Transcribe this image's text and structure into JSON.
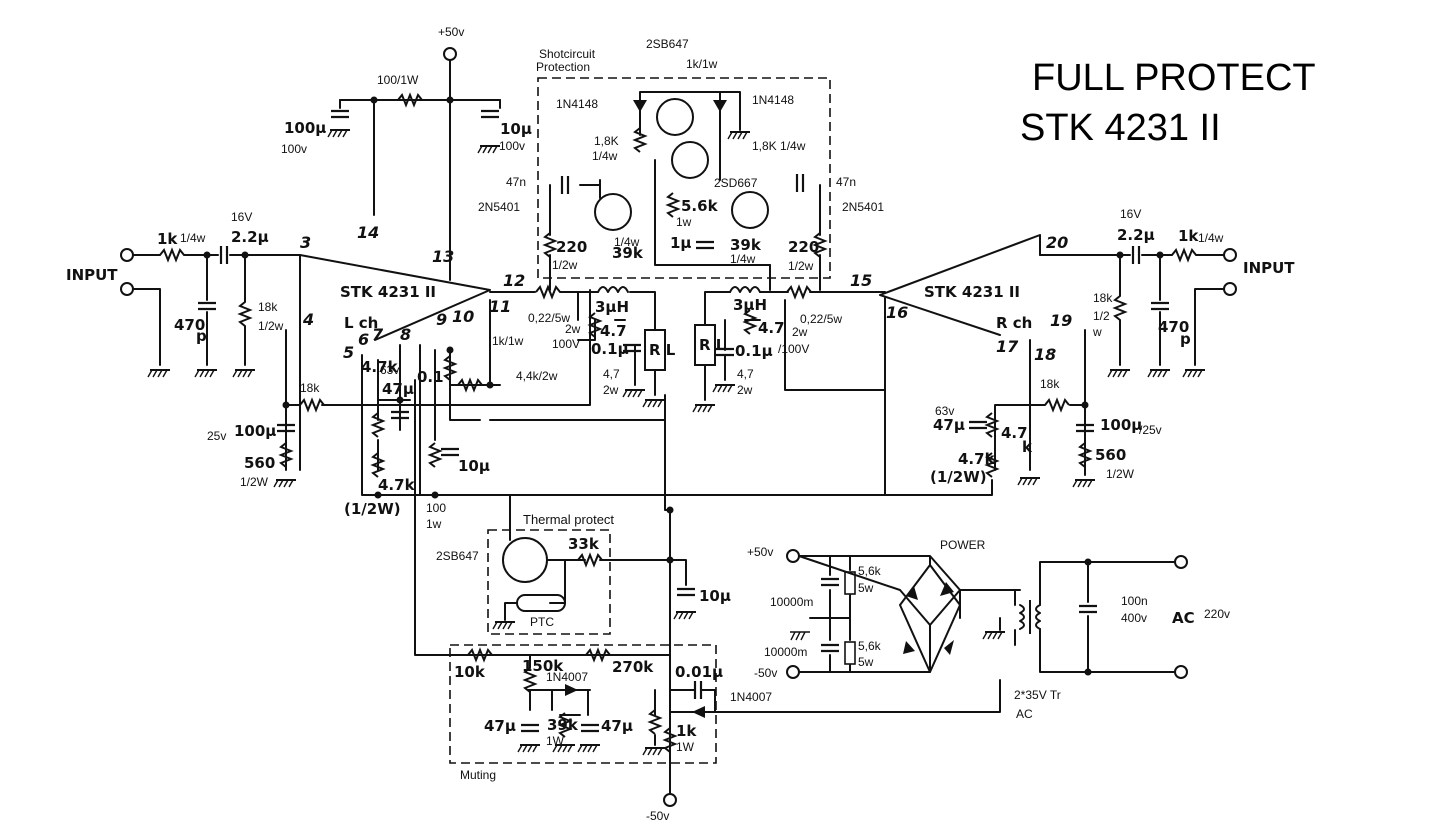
{
  "title": {
    "line1": "FULL PROTECT",
    "line2": "STK 4231 II"
  },
  "supply": {
    "pos": "+50v",
    "neg": "-50v"
  },
  "ic": {
    "left": "STK  4231 II",
    "right": "STK  4231 II",
    "lch": "L ch",
    "rch": "R ch",
    "pins": [
      "3",
      "14",
      "13",
      "12",
      "11",
      "10",
      "9",
      "8",
      "7",
      "6",
      "5",
      "4",
      "15",
      "16",
      "17",
      "18",
      "19",
      "20"
    ]
  },
  "left_input": {
    "label": "INPUT",
    "r": "1k",
    "r_w": "1/4w",
    "cap_v": "16V",
    "cap": "2.2µ",
    "c470": "470",
    "p": "p",
    "r18k": "18k",
    "r18k_w": "1/2w"
  },
  "right_input": {
    "label": "INPUT",
    "r": "1k",
    "r_w": "1/4w",
    "cap_v": "16V",
    "cap": "2.2µ",
    "c470": "470",
    "p": "p",
    "r18k": "18k",
    "r18k_w1": "1/2",
    "r18k_w2": "w"
  },
  "top_filter": {
    "r": "100/1W",
    "c1": "100µ",
    "c1v": "100v",
    "c2": "10µ",
    "c2v": "100v"
  },
  "shortcircuit": {
    "title1": "Shotcircuit",
    "title2": "Protection",
    "q_top": "2SB647",
    "r_top": "1k/1w",
    "d_l": "1N4148",
    "d_r": "1N4148",
    "r18_l": "1,8K",
    "r18_lw": "1/4w",
    "r18_r": "1,8K  1/4w",
    "c47_l": "47n",
    "c47_r": "47n",
    "q_l": "2N5401",
    "q_mid": "2SD667",
    "q_r": "2N5401",
    "r56": "5.6k",
    "r56w": "1w",
    "c1u": "1µ",
    "r220_l": "220",
    "r220_lw": "1/2w",
    "r39_l": "39k",
    "r39_lw": "1/4w",
    "r39_r": "39k",
    "r39_rw": "1/4w",
    "r220_r": "220",
    "r220_rw": "1/2w"
  },
  "left_out": {
    "l": "3µH",
    "r022": "0,22/5w",
    "r47": "4.7",
    "r47w": "2w",
    "c01": "0.1µ",
    "c01v": "100V",
    "rl": "R L",
    "r47b": "4,7",
    "r47bw": "2w"
  },
  "right_out": {
    "l": "3µH",
    "r022": "0,22/5w",
    "r47": "4.7",
    "r47w": "2w",
    "c01": "0.1µ",
    "c01v": "/100V",
    "rl": "R L",
    "r47b": "4,7",
    "r47bw": "2w"
  },
  "left_fb": {
    "r1k": "1k/1w",
    "r44": "4,4k/2w",
    "r18k": "18k",
    "c63": "63v",
    "c47": "47µ",
    "r47k": "4.7k",
    "c01": "0.1",
    "c100": "100µ",
    "c100v": "25v",
    "r560": "560",
    "r560w": "1/2W",
    "r47k_b": "4.7k",
    "r47k_bw": "(1/2W)",
    "r100": "100",
    "r100w": "1w",
    "c10": "10µ"
  },
  "right_fb": {
    "r18k": "18k",
    "c63": "63v",
    "c47": "47µ",
    "r47": "4.7",
    "k": "k",
    "r47k": "4.7k",
    "r47kw": "(1/2W)",
    "c100": "100µ",
    "c100v": "/25v",
    "r560": "560",
    "r560w": "1/2W"
  },
  "thermal": {
    "title": "Thermal   protect",
    "q": "2SB647",
    "r": "33k",
    "ptc": "PTC",
    "c10": "10µ"
  },
  "muting": {
    "title": "Muting",
    "r10k": "10k",
    "r150k": "150k",
    "r270k": "270k",
    "c001": "0.01µ",
    "d1": "1N4007",
    "d2": "1N4007",
    "c47a": "47µ",
    "r39k": "39k",
    "r39kw": "1W",
    "c47b": "47µ",
    "r1k": "1k",
    "r1kw": "1W"
  },
  "power": {
    "title": "POWER",
    "pos": "+50v",
    "neg": "-50v",
    "c1": "10000m",
    "c2": "10000m",
    "r1": "5,6k",
    "r1w": "5w",
    "r2": "5,6k",
    "r2w": "5w",
    "tr": "2*35V Tr",
    "tr_ac": "AC",
    "c100n": "100n",
    "c100nv": "400v",
    "ac": "AC",
    "ac_v": "220v"
  }
}
